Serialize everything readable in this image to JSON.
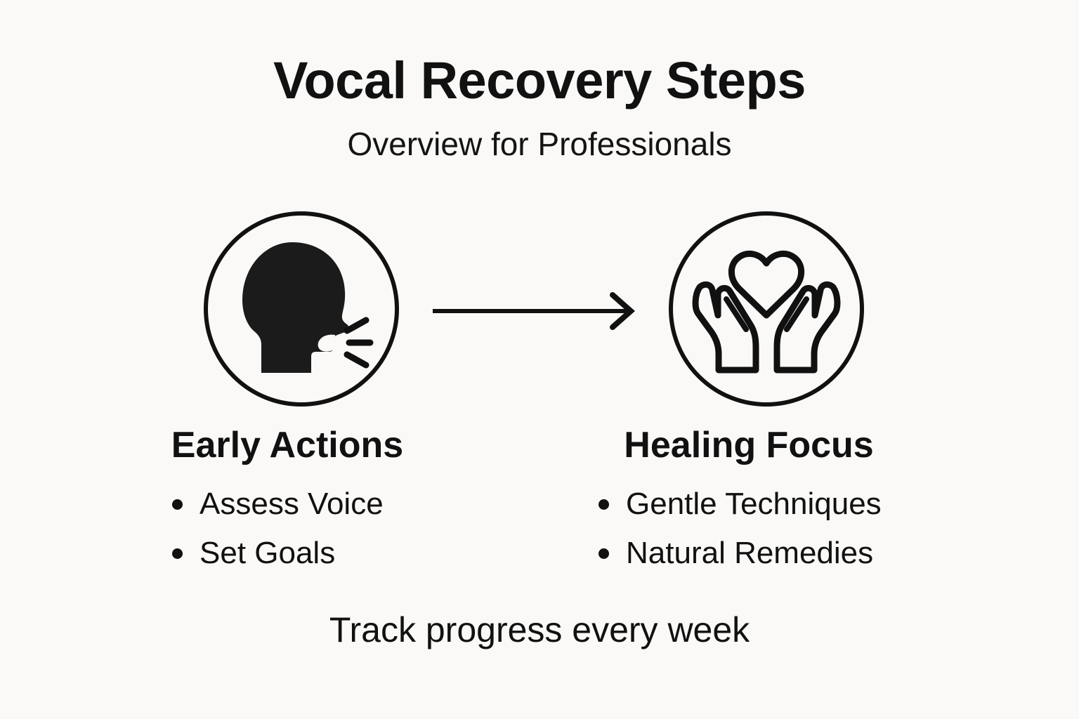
{
  "background_color": "#faf9f7",
  "ink_color": "#111111",
  "header": {
    "title": "Vocal Recovery Steps",
    "subtitle": "Overview for Professionals"
  },
  "flow": {
    "arrow_icon": "arrow-right-icon",
    "direction": "left-to-right"
  },
  "columns": [
    {
      "id": "early-actions",
      "icon": "speaking-head-icon",
      "heading": "Early Actions",
      "bullets": [
        "Assess Voice",
        "Set Goals"
      ]
    },
    {
      "id": "healing-focus",
      "icon": "hands-holding-heart-icon",
      "heading": "Healing Focus",
      "bullets": [
        "Gentle Techniques",
        "Natural Remedies"
      ]
    }
  ],
  "footer": {
    "text": "Track progress every week"
  }
}
